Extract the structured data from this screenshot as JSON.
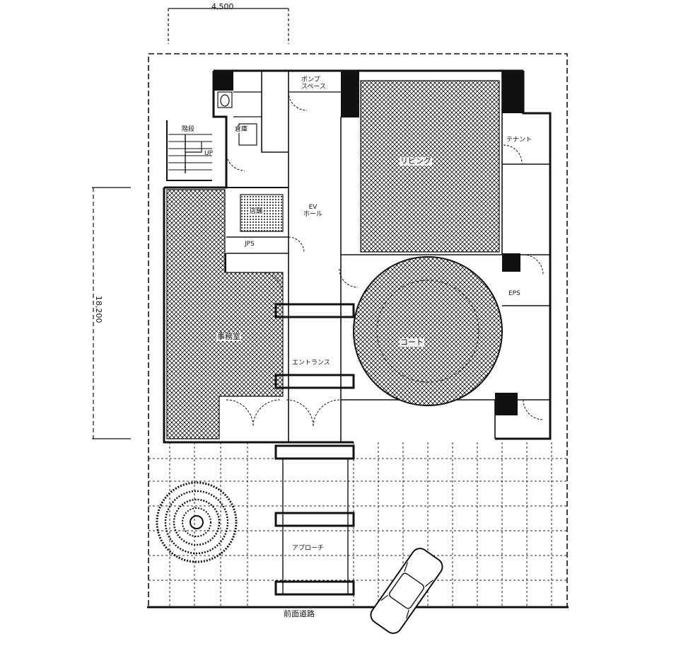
{
  "labels": {
    "dim_top": "4,500",
    "dim_left": "18,200",
    "room_pump": "ポンプ\nスペース",
    "room_tenant": "テナント",
    "room_elevator_hall": "EV\nホール",
    "room_jps": "JPS",
    "room_eps": "EPS",
    "room_entrance_hall": "エントランス",
    "room_shop": "店舗",
    "room_office": "事務室",
    "room_approach": "アプローチ",
    "room_court": "コート",
    "room_living": "リビング",
    "room_storage": "倉庫",
    "room_stair": "階段",
    "room_up": "UP",
    "road": "前面道路"
  },
  "colors": {
    "line": "#111111",
    "hatch": "#333333",
    "paper": "#ffffff"
  }
}
